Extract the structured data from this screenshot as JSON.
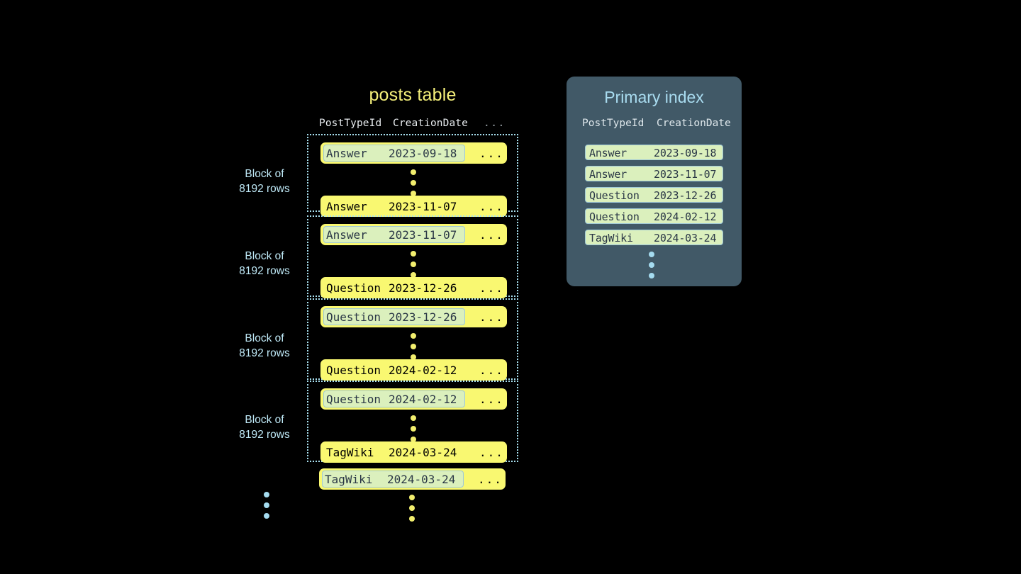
{
  "background_color": "#000000",
  "posts_table": {
    "title": "posts table",
    "columns": {
      "type": "PostTypeId",
      "date": "CreationDate",
      "more": "..."
    },
    "row_more": "...",
    "blocks": [
      {
        "label_line1": "Block of",
        "label_line2": "8192 rows",
        "first_row": {
          "type": "Answer",
          "date": "2023-09-18",
          "marked": true
        },
        "last_row": {
          "type": "Answer",
          "date": "2023-11-07",
          "marked": false
        }
      },
      {
        "label_line1": "Block of",
        "label_line2": "8192 rows",
        "first_row": {
          "type": "Answer",
          "date": "2023-11-07",
          "marked": true
        },
        "last_row": {
          "type": "Question",
          "date": "2023-12-26",
          "marked": false
        }
      },
      {
        "label_line1": "Block of",
        "label_line2": "8192 rows",
        "first_row": {
          "type": "Question",
          "date": "2023-12-26",
          "marked": true
        },
        "last_row": {
          "type": "Question",
          "date": "2024-02-12",
          "marked": false
        }
      },
      {
        "label_line1": "Block of",
        "label_line2": "8192 rows",
        "first_row": {
          "type": "Question",
          "date": "2024-02-12",
          "marked": true
        },
        "last_row": {
          "type": "TagWiki",
          "date": "2024-03-24",
          "marked": false
        }
      }
    ],
    "trailing_row": {
      "type": "TagWiki",
      "date": "2024-03-24",
      "marked": true
    }
  },
  "primary_index": {
    "title": "Primary index",
    "columns": {
      "type": "PostTypeId",
      "date": "CreationDate"
    },
    "rows": [
      {
        "type": "Answer",
        "date": "2023-09-18"
      },
      {
        "type": "Answer",
        "date": "2023-11-07"
      },
      {
        "type": "Question",
        "date": "2023-12-26"
      },
      {
        "type": "Question",
        "date": "2024-02-12"
      },
      {
        "type": "TagWiki",
        "date": "2024-03-24"
      }
    ]
  },
  "colors": {
    "row_yellow": "#f9f871",
    "mark_green": "#dbf0bd",
    "index_panel": "#415967",
    "accent_blue": "#a9dcf0",
    "title_yellow": "#f5f07a",
    "dot_yellow": "#f2ee6e"
  }
}
